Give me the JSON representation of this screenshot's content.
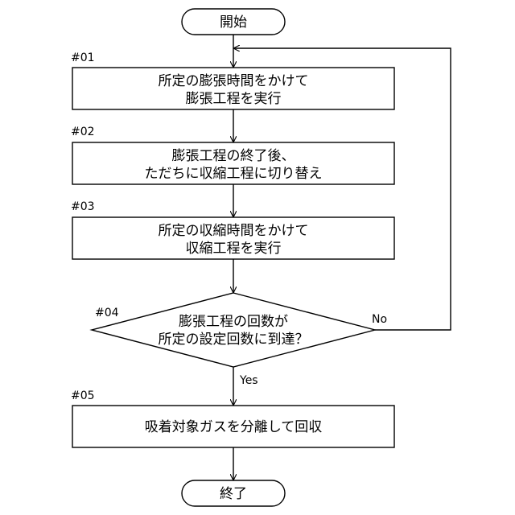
{
  "flowchart": {
    "start": "開始",
    "end": "終了",
    "steps": [
      {
        "id": "#01",
        "lines": [
          "所定の膨張時間をかけて",
          "膨張工程を実行"
        ]
      },
      {
        "id": "#02",
        "lines": [
          "膨張工程の終了後、",
          "ただちに収縮工程に切り替え"
        ]
      },
      {
        "id": "#03",
        "lines": [
          "所定の収縮時間をかけて",
          "収縮工程を実行"
        ]
      }
    ],
    "decision": {
      "id": "#04",
      "lines": [
        "膨張工程の回数が",
        "所定の設定回数に到達？"
      ],
      "yes_label": "Yes",
      "no_label": "No"
    },
    "final_step": {
      "id": "#05",
      "lines": [
        "吸着対象ガスを分離して回収"
      ]
    }
  }
}
